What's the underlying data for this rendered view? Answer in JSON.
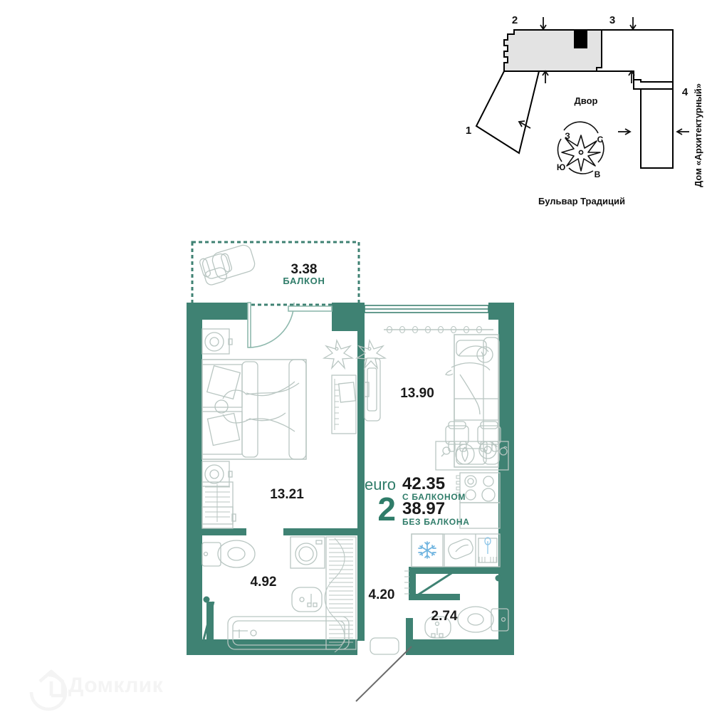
{
  "page": {
    "background": "#ffffff",
    "wall_color": "#3f8273",
    "accent_color": "#2f7c69",
    "furniture_stroke": "#b9c6c2",
    "site_fill": "#e3e3e3",
    "site_stroke": "#000000",
    "marker_color": "#000000"
  },
  "site_plan": {
    "building_numbers": [
      "2",
      "3",
      "4",
      "1"
    ],
    "courtyard_label": "Двор",
    "street_bottom": "Бульвар Традиций",
    "street_right": "Дом «Архитектурный»",
    "compass": {
      "north": "С",
      "south": "Ю",
      "east": "В",
      "west": "З"
    }
  },
  "plan": {
    "balcony": {
      "area": "3.38",
      "label": "БАЛКОН"
    },
    "rooms": [
      {
        "name": "bedroom",
        "area": "13.21"
      },
      {
        "name": "living-room",
        "area": "13.90"
      },
      {
        "name": "bathroom",
        "area": "4.92"
      },
      {
        "name": "hallway",
        "area": "4.20"
      },
      {
        "name": "wc",
        "area": "2.74"
      }
    ],
    "summary": {
      "euro_label": "euro",
      "rooms_count": "2",
      "area_with_balcony": "42.35",
      "with_balcony_label": "С БАЛКОНОМ",
      "area_without_balcony": "38.97",
      "without_balcony_label": "БЕЗ БАЛКОНА"
    }
  },
  "watermark": {
    "text": "Домклик"
  }
}
